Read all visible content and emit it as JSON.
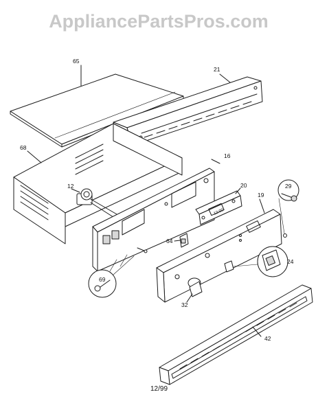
{
  "watermark": "AppliancePartsPros.com",
  "colors": {
    "watermark": "#c8c8c8",
    "line": "#1a1a1a"
  },
  "parts": [
    {
      "id": "p65",
      "label": "65"
    },
    {
      "id": "p21",
      "label": "21"
    },
    {
      "id": "p68",
      "label": "68"
    },
    {
      "id": "p16",
      "label": "16"
    },
    {
      "id": "p12",
      "label": "12"
    },
    {
      "id": "p20",
      "label": "20"
    },
    {
      "id": "p29",
      "label": "29"
    },
    {
      "id": "p19",
      "label": "19"
    },
    {
      "id": "p64",
      "label": "64"
    },
    {
      "id": "p24",
      "label": "24"
    },
    {
      "id": "p69",
      "label": "69"
    },
    {
      "id": "p32",
      "label": "32"
    },
    {
      "id": "p42",
      "label": "42"
    }
  ],
  "footer": "12/99"
}
